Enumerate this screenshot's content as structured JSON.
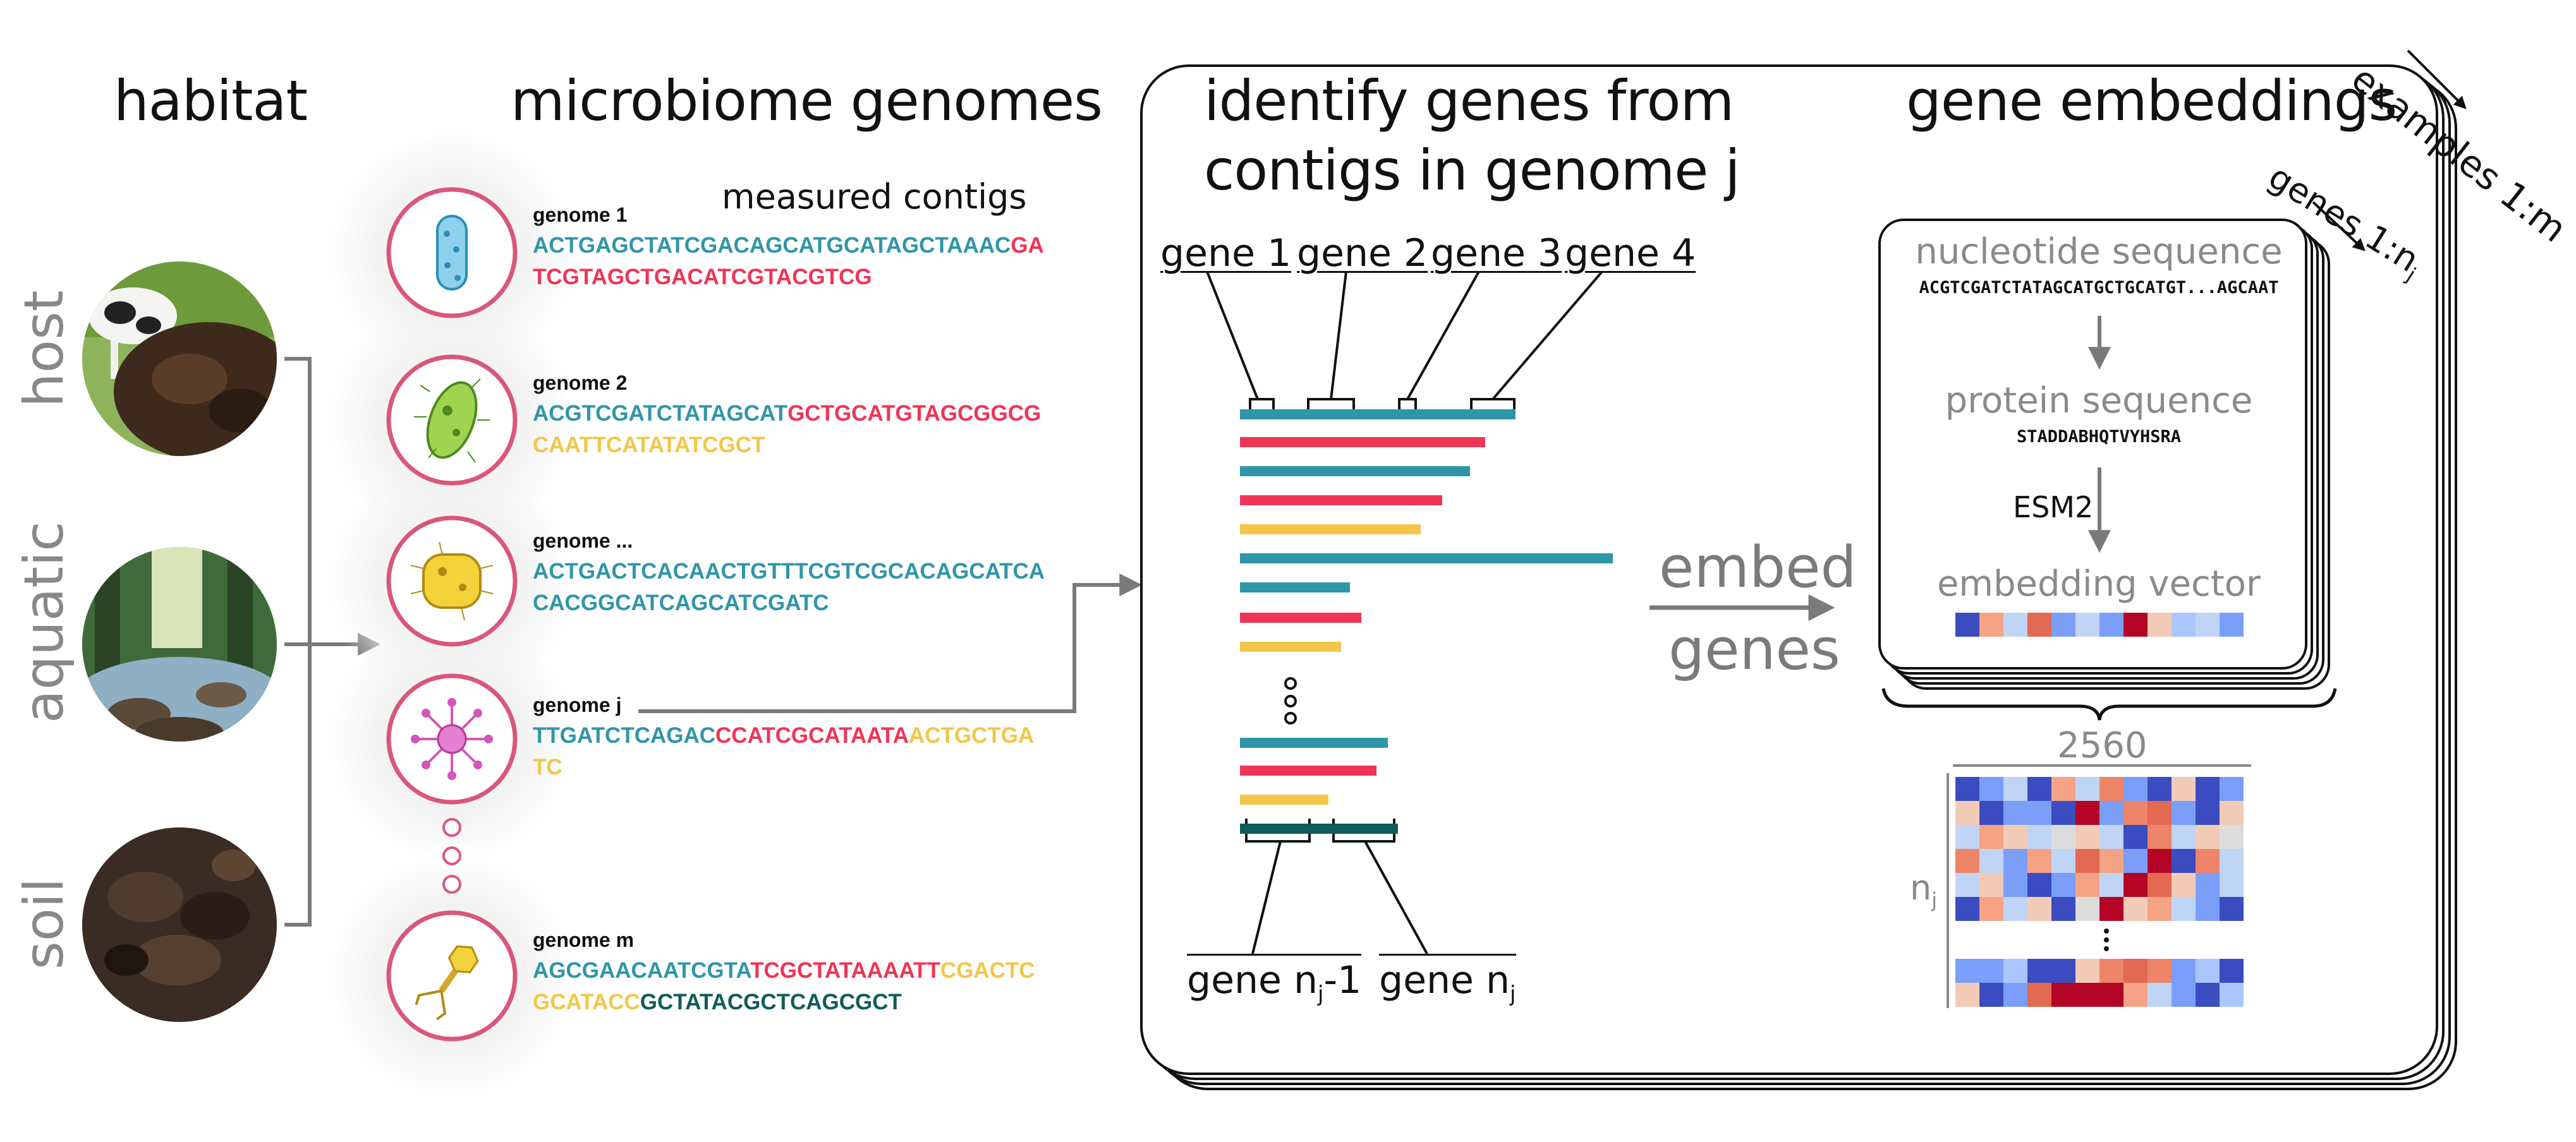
{
  "habitat": {
    "title": "habitat",
    "labels": [
      "host",
      "aquatic",
      "soil"
    ]
  },
  "microbiome": {
    "title": "microbiome genomes",
    "subtitle": "measured contigs",
    "genomes": [
      {
        "label": "genome 1",
        "lines": [
          [
            {
              "t": "ACTGAGCTATCGACAGCATGCATAGCTAAAC",
              "c": "teal"
            },
            {
              "t": "GA",
              "c": "red"
            }
          ],
          [
            {
              "t": "TCGTAGCTGACATCGTACGTCG",
              "c": "red"
            }
          ]
        ]
      },
      {
        "label": "genome 2",
        "lines": [
          [
            {
              "t": "ACGTCGATCTATAGCAT",
              "c": "teal"
            },
            {
              "t": "GCTGCATGTAGCGGCG",
              "c": "red"
            }
          ],
          [
            {
              "t": "CAATTCATATATCGCT",
              "c": "yellow"
            }
          ]
        ]
      },
      {
        "label": "genome ...",
        "lines": [
          [
            {
              "t": "ACTGACTCACAACTGTTTCGTCGCACAGCATCA",
              "c": "teal"
            }
          ],
          [
            {
              "t": "CACGGCATCAGCATCGATC",
              "c": "teal"
            }
          ]
        ]
      },
      {
        "label": "genome j",
        "lines": [
          [
            {
              "t": "TTGATCTCAGAC",
              "c": "teal"
            },
            {
              "t": "CCATCGCATAATA",
              "c": "red"
            },
            {
              "t": "ACTGCTGA",
              "c": "yellow"
            }
          ],
          [
            {
              "t": "TC",
              "c": "yellow"
            }
          ]
        ]
      },
      {
        "label": "genome m",
        "lines": [
          [
            {
              "t": "AGCGAACAATCGTA",
              "c": "teal"
            },
            {
              "t": "TCGCTATAAAATT",
              "c": "red"
            },
            {
              "t": "CGACTC",
              "c": "yellow"
            }
          ],
          [
            {
              "t": "GCATACC",
              "c": "yellow"
            },
            {
              "t": "GCTATACGCTCAGCGCT",
              "c": "dark"
            }
          ]
        ]
      }
    ]
  },
  "identify": {
    "title_line1": "identify genes from",
    "title_line2": "contigs in genome j",
    "gene_labels": [
      "gene 1",
      "gene 2",
      "gene 3",
      "gene 4"
    ],
    "bottom_left_base": "gene n",
    "bottom_left_sub": "j",
    "bottom_left_suffix": "-1",
    "bottom_right_base": "gene n",
    "bottom_right_sub": "j"
  },
  "embed": {
    "line1": "embed",
    "line2": "genes"
  },
  "embeddings": {
    "title": "gene embeddings",
    "examples_label": "examples 1:m",
    "genes_label_base": "genes 1:n",
    "genes_label_sub": "j",
    "nucleotide_title": "nucleotide sequence",
    "nucleotide_seq": "ACGTCGATCTATAGCATGCTGCATGT...AGCAAT",
    "protein_title": "protein sequence",
    "protein_seq": "STADDABHQTVYHSRA",
    "model": "ESM2",
    "vector_title": "embedding vector",
    "matrix_width_label": "2560",
    "matrix_rows_base": "n",
    "matrix_rows_sub": "j"
  },
  "colors": {
    "teal": "#2f96a8",
    "red": "#ef3556",
    "yellow": "#f3c64a",
    "dark": "#0f5c5c",
    "pink": "#d9577a",
    "arrow": "#7a7a7a"
  },
  "icons": [
    "cow-manure-photo",
    "stream-photo",
    "soil-photo",
    "rod-bacterium-icon",
    "green-bacterium-icon",
    "yellow-cell-icon",
    "virus-icon",
    "phage-icon"
  ]
}
